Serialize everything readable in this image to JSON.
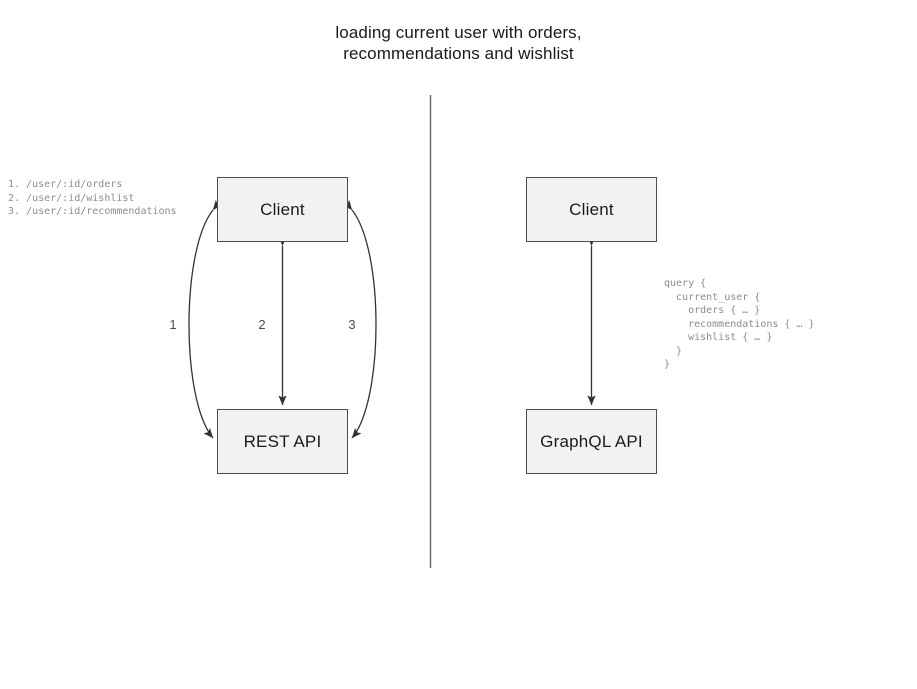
{
  "diagram": {
    "title": "loading current user with orders,\nrecommendations and wishlist",
    "background_color": "#ffffff",
    "node_fill_color": "#f2f2f2",
    "node_border_color": "#4d4d4d",
    "edge_color": "#333333",
    "code_text_color": "#8c8c8c",
    "divider_color": "#666666"
  },
  "left_panel": {
    "name": "rest-approach",
    "client_label": "Client",
    "api_label": "REST API",
    "endpoints": "1. /user/:id/orders\n2. /user/:id/wishlist\n3. /user/:id/recommendations",
    "edge_labels": [
      "1",
      "2",
      "3"
    ]
  },
  "right_panel": {
    "name": "graphql-approach",
    "client_label": "Client",
    "api_label": "GraphQL API",
    "query": "query {\n  current_user {\n    orders { … }\n    recommendations { … }\n    wishlist { … }\n  }\n}"
  }
}
